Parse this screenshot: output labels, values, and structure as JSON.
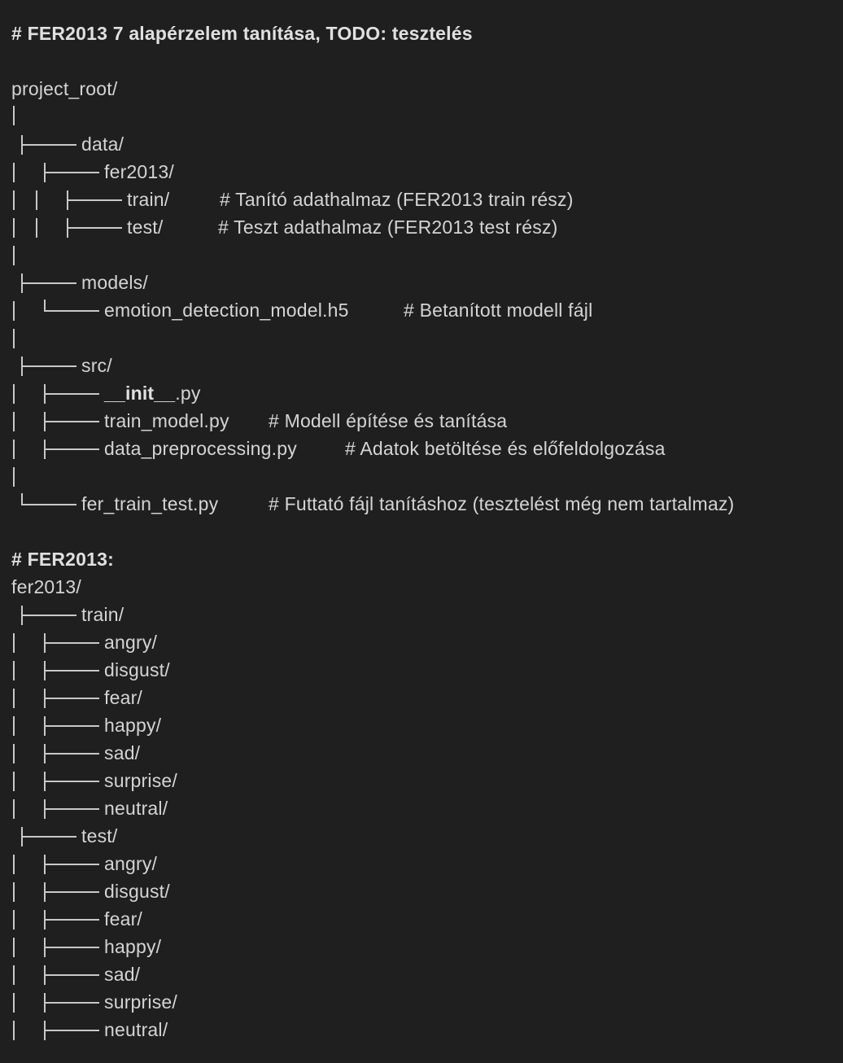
{
  "heading_main": "# FER2013 7 alapérzelem tanítása, TODO: tesztelés",
  "project_root": "project_root/",
  "data_dir": "data/",
  "fer2013_dir": "fer2013/",
  "train_dir": "train/",
  "train_comment": "# Tanító adathalmaz (FER2013 train rész)",
  "test_dir": "test/",
  "test_comment": "# Teszt adathalmaz (FER2013 test rész)",
  "models_dir": "models/",
  "model_file": "emotion_detection_model.h5",
  "model_comment": "# Betanított modell fájl",
  "src_dir": "src/",
  "init_bold": "__init__",
  "init_ext": ".py",
  "train_model_file": "train_model.py",
  "train_model_comment": "# Modell építése és tanítása",
  "preproc_file": "data_preprocessing.py",
  "preproc_comment": "# Adatok betöltése és előfeldolgozása",
  "runner_file": "fer_train_test.py",
  "runner_comment": "# Futtató fájl tanításhoz (tesztelést még nem tartalmaz)",
  "heading_fer": "# FER2013:",
  "fer_root": "fer2013/",
  "fer_train": "train/",
  "fer_test": "test/",
  "emotions": [
    "angry/",
    "disgust/",
    "fear/",
    "happy/",
    "sad/",
    "surprise/",
    "neutral/"
  ]
}
